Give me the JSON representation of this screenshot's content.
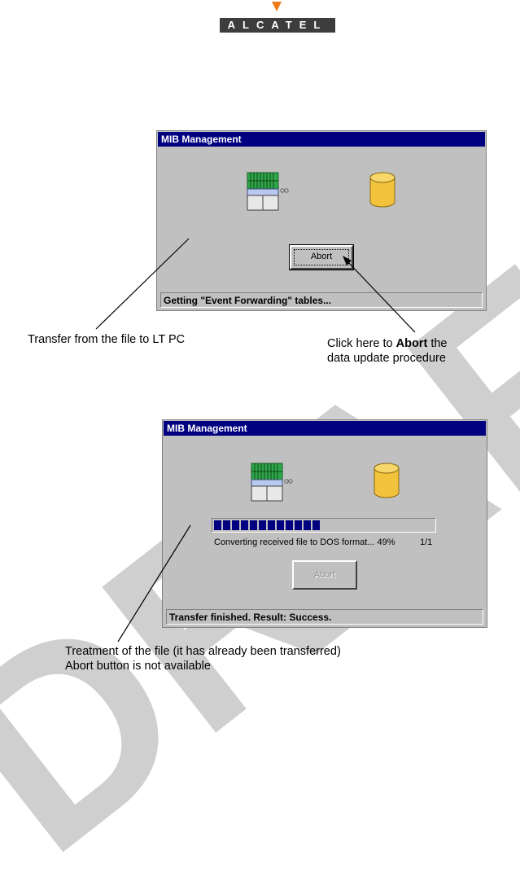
{
  "logo": {
    "text": "ALCATEL",
    "brand_color": "#f07a18"
  },
  "watermark": {
    "text": "DRAFT",
    "color": "#c8c8c8"
  },
  "window1": {
    "title": "MIB Management",
    "abort_button": "Abort",
    "status": "Getting \"Event Forwarding\" tables..."
  },
  "window2": {
    "title": "MIB Management",
    "abort_button": "Abort",
    "progress_text": "Converting received file to DOS format... 49%",
    "progress_count": "1/1",
    "progress_fraction": 0.49,
    "status": "Transfer finished. Result: Success."
  },
  "captions": {
    "transfer": "Transfer from the file to LT PC",
    "click_prefix": "Click here to ",
    "click_bold": "Abort",
    "click_suffix": " the",
    "click_line2": "data update procedure",
    "treatment_line1": "Treatment of the file (it has already been transferred)",
    "treatment_line2": "Abort button is not available"
  },
  "colors": {
    "titlebar": "#000080",
    "window_bg": "#c0c0c0",
    "rack_green": "#2ea84a",
    "database_yellow": "#f2c23c"
  }
}
